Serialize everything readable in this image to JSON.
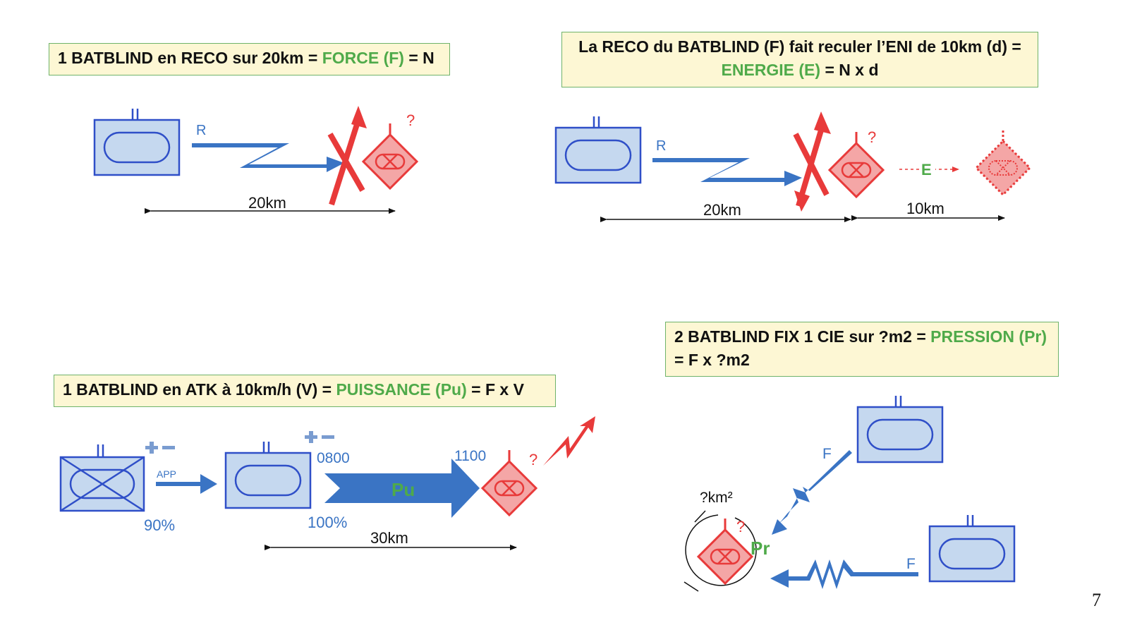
{
  "panels": {
    "force": {
      "title_prefix": "1 BATBLIND en RECO sur 20km = ",
      "title_highlight": "FORCE (F)",
      "title_suffix": " = N",
      "arrow_label": "R",
      "enemy_label": "?",
      "distance_label": "20km"
    },
    "energy": {
      "title_line1": "La RECO du BATBLIND (F) fait reculer l’ENI de 10km (d) =",
      "title_highlight": "ENERGIE (E)",
      "title_suffix": " = N x d",
      "arrow_label": "R",
      "enemy_label": "?",
      "effect_label": "E",
      "distance1_label": "20km",
      "distance2_label": "10km"
    },
    "power": {
      "title_prefix": "1 BATBLIND en ATK à 10km/h (V) = ",
      "title_highlight": "PUISSANCE (Pu)",
      "title_suffix": " = F x V",
      "app_label": "APP",
      "pct1": "90%",
      "pct2": "100%",
      "time1": "0800",
      "time2": "1100",
      "arrow_label": "Pu",
      "enemy_label": "?",
      "distance_label": "30km"
    },
    "pressure": {
      "title_prefix": "2 BATBLIND FIX 1 CIE sur ?m2 = ",
      "title_highlight": "PRESSION (Pr)",
      "title_line2": "= F x ?m2",
      "area_label": "?km²",
      "force_label_1": "F",
      "force_label_2": "F",
      "pressure_label": "Pr",
      "enemy_label": "?"
    }
  },
  "page_number": "7",
  "colors": {
    "unit_fill": "#c5d8ef",
    "unit_stroke": "#2f4fc8",
    "arrow_blue": "#3a74c4",
    "enemy_red": "#e83a3a",
    "enemy_fill": "#f4a6a6",
    "green": "#4faa4a",
    "title_bg": "#fdf7d4"
  }
}
